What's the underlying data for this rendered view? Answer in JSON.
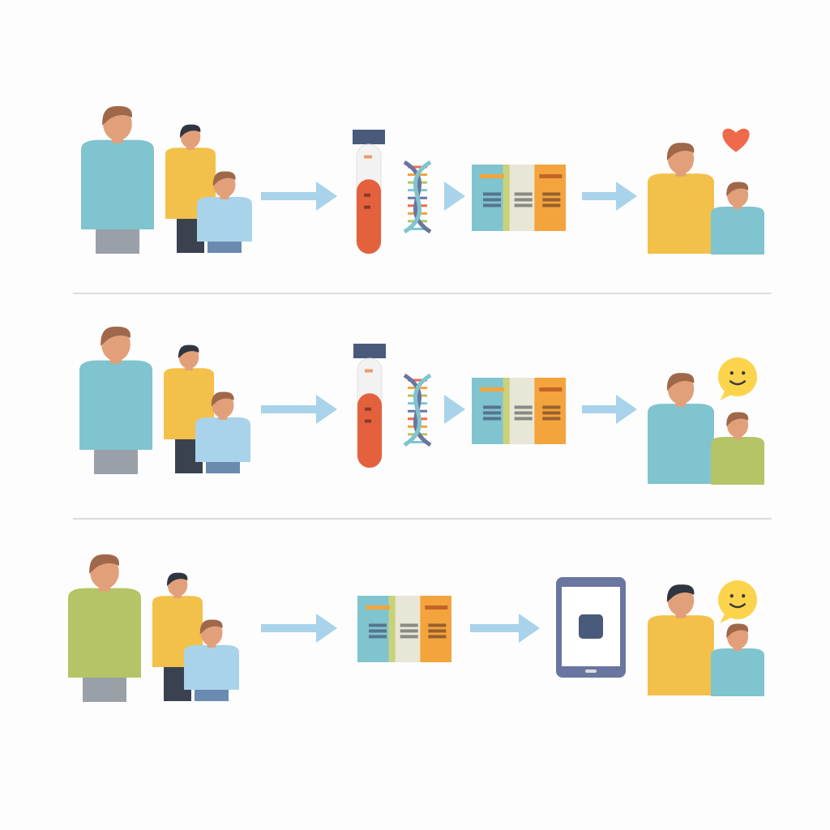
{
  "rows": [
    {
      "name": "row-1",
      "steps": [
        "family-group",
        "arrow",
        "test-tube",
        "dna-helix",
        "arrow",
        "result-card",
        "arrow",
        "parent-child-pair"
      ],
      "reaction": "heart-icon",
      "colors": {
        "adult": "#7fc4cf",
        "teen": "#f3c04a",
        "child": "#a9d3ea",
        "parent": "#f3c04a",
        "kid": "#7fc4cf"
      }
    },
    {
      "name": "row-2",
      "steps": [
        "family-group",
        "arrow",
        "test-tube",
        "dna-helix",
        "arrow",
        "result-card",
        "arrow",
        "parent-child-pair"
      ],
      "reaction": "smiley-bubble-icon",
      "colors": {
        "adult": "#7fc4cf",
        "teen": "#f3c04a",
        "child": "#a9d3ea",
        "parent": "#7fc4cf",
        "kid": "#b4c466"
      }
    },
    {
      "name": "row-3",
      "steps": [
        "family-group",
        "arrow",
        "result-card",
        "arrow",
        "tablet",
        "parent-child-pair"
      ],
      "reaction": "smiley-bubble-icon",
      "colors": {
        "adult": "#b4c466",
        "teen": "#f3c04a",
        "child": "#a9d3ea",
        "parent": "#f3c04a",
        "kid": "#7fc4cf"
      }
    }
  ],
  "palette": {
    "arrow": "#a9d3ea",
    "divider": "#dcdcdc",
    "skin": "#e1a07a",
    "hair_brown": "#a0684a",
    "hair_dark": "#2f3640",
    "tube_fill": "#e4613e",
    "tube_cap": "#4a5a7a",
    "card_left": "#7fc4cf",
    "card_mid": "#e8e6d6",
    "card_right": "#f3a43c",
    "heart": "#ef6a4a",
    "smiley": "#fbd44b",
    "tablet_frame": "#6a76a0"
  }
}
